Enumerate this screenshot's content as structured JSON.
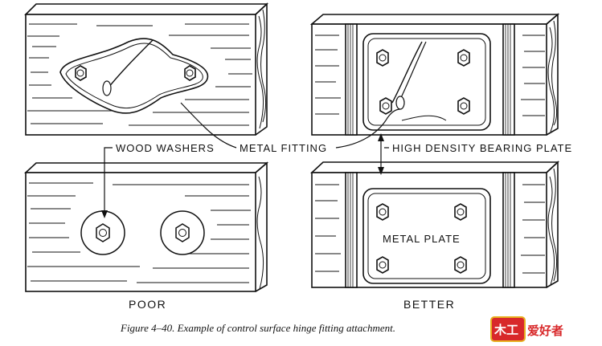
{
  "labels": {
    "wood_washers": "WOOD WASHERS",
    "metal_fitting": "METAL FITTING",
    "high_density_bearing_plate": "HIGH DENSITY BEARING PLATE",
    "metal_plate": "METAL PLATE",
    "poor": "POOR",
    "better": "BETTER"
  },
  "caption": "Figure 4–40. Example of control surface hinge fitting attachment.",
  "watermark": {
    "cn_text": "爱好者",
    "logo_text": "木工",
    "colors": {
      "logo_fill": "#e8b020",
      "logo_red": "#d8282a",
      "text_red": "#d8282a"
    }
  },
  "colors": {
    "ink": "#111111",
    "paper": "#ffffff"
  }
}
